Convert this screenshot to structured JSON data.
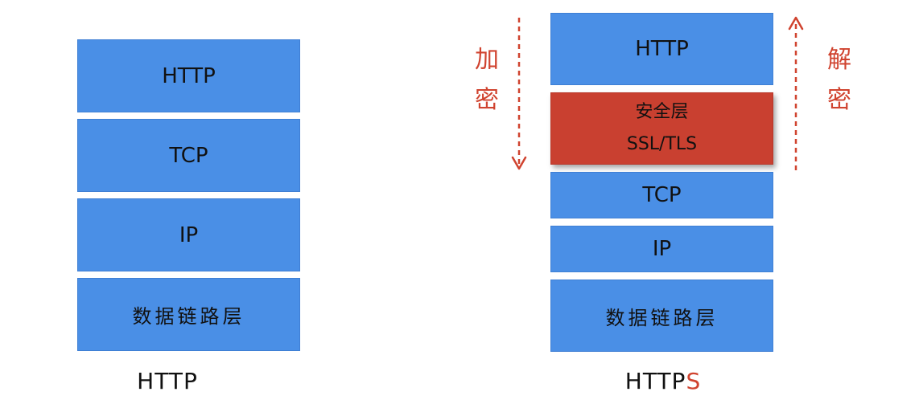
{
  "left_stack": {
    "caption": "HTTP",
    "layers": [
      {
        "label": "HTTP"
      },
      {
        "label": "TCP"
      },
      {
        "label": "IP"
      },
      {
        "label": "数据链路层"
      }
    ]
  },
  "right_stack": {
    "caption_main": "HTTP",
    "caption_accent": "S",
    "layers": {
      "http": "HTTP",
      "security_title": "安全层",
      "security_sub": "SSL/TLS",
      "tcp": "TCP",
      "ip": "IP",
      "datalink": "数据链路层"
    },
    "encrypt_label": [
      "加",
      "密"
    ],
    "decrypt_label": [
      "解",
      "密"
    ]
  },
  "colors": {
    "layer_blue": "#4a8fe6",
    "security_red": "#c94030",
    "accent_red": "#d0432f"
  }
}
